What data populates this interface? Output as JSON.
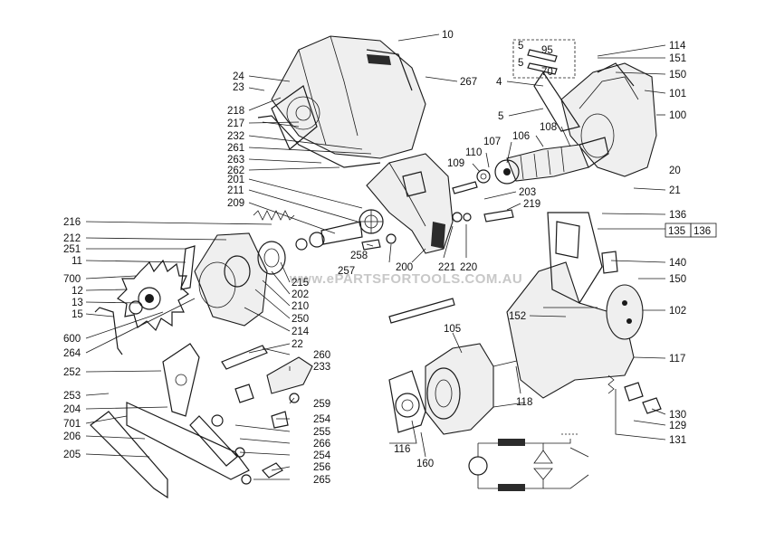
{
  "watermark": "www.ePARTSFORTOOLS.COM.AU",
  "labels": [
    "10",
    "267",
    "24",
    "23",
    "218",
    "217",
    "232",
    "261",
    "263",
    "262",
    "201",
    "211",
    "209",
    "216",
    "212",
    "251",
    "11",
    "700",
    "12",
    "13",
    "15",
    "600",
    "264",
    "252",
    "253",
    "204",
    "701",
    "206",
    "205",
    "114",
    "151",
    "150",
    "4",
    "101",
    "100",
    "5",
    "106",
    "108",
    "107",
    "110",
    "109",
    "20",
    "21",
    "203",
    "219",
    "136",
    "135",
    "140",
    "150b",
    "102",
    "152",
    "105",
    "117",
    "118",
    "130",
    "129",
    "131",
    "116",
    "160",
    "221",
    "220",
    "258",
    "257",
    "200",
    "215",
    "202",
    "210",
    "250",
    "214",
    "22",
    "260",
    "233",
    "259",
    "254",
    "255",
    "266",
    "254b",
    "256",
    "265"
  ],
  "label_text": {
    "10": "10",
    "267": "267",
    "24": "24",
    "23": "23",
    "218": "218",
    "217": "217",
    "232": "232",
    "261": "261",
    "263": "263",
    "262": "262",
    "201": "201",
    "211": "211",
    "209": "209",
    "216": "216",
    "212": "212",
    "251": "251",
    "11": "11",
    "700": "700",
    "12": "12",
    "13": "13",
    "15": "15",
    "600": "600",
    "264": "264",
    "252": "252",
    "253": "253",
    "204": "204",
    "701": "701",
    "206": "206",
    "205": "205",
    "114": "114",
    "151": "151",
    "150": "150",
    "4": "4",
    "101": "101",
    "100": "100",
    "5": "5",
    "106": "106",
    "108": "108",
    "107": "107",
    "110": "110",
    "109": "109",
    "20": "20",
    "21": "21",
    "203": "203",
    "219": "219",
    "136": "136",
    "135": "135",
    "140": "140",
    "150b": "150",
    "102": "102",
    "152": "152",
    "105": "105",
    "117": "117",
    "118": "118",
    "130": "130",
    "129": "129",
    "131": "131",
    "116": "116",
    "160": "160",
    "221": "221",
    "220": "220",
    "258": "258",
    "257": "257",
    "200": "200",
    "215": "215",
    "202": "202",
    "210": "210",
    "250": "250",
    "214": "214",
    "22": "22",
    "260": "260",
    "233": "233",
    "259": "259",
    "254": "254",
    "255": "255",
    "266": "266",
    "254b": "254",
    "256": "256",
    "265": "265"
  },
  "inset": {
    "a": "5",
    "b": "95",
    "c": "5",
    "d": "70"
  },
  "boxed_136": "136"
}
